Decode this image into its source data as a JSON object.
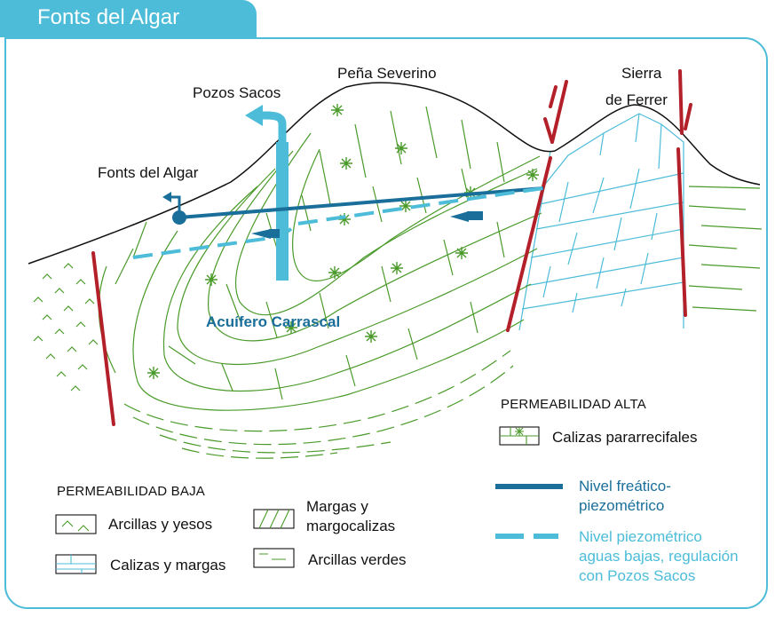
{
  "header": {
    "title": "Fonts del Algar"
  },
  "labels": {
    "pena_severino": "Peña Severino",
    "sierra_line1": "Sierra",
    "sierra_line2": "de Ferrer",
    "pozos_sacos": "Pozos Sacos",
    "fonts_del_algar": "Fonts del Algar",
    "acuifero": "Acuífero Carrascal"
  },
  "legend": {
    "alta": {
      "heading": "PERMEABILIDAD ALTA",
      "items": [
        {
          "label": "Calizas pararrecifales",
          "pattern": "limestone-star"
        }
      ]
    },
    "baja": {
      "heading": "PERMEABILIDAD BAJA",
      "items": [
        {
          "label": "Arcillas y yesos",
          "pattern": "chevrons"
        },
        {
          "label": "Calizas y margas",
          "pattern": "blue-bricks"
        },
        {
          "label_line1": "Margas y",
          "label_line2": "margocalizas",
          "pattern": "diagonal-hatch"
        },
        {
          "label": "Arcillas verdes",
          "pattern": "dashes"
        }
      ]
    },
    "lines": {
      "freatico_line1": "Nivel freático-",
      "freatico_line2": "piezométrico",
      "piezo_line1": "Nivel piezométrico",
      "piezo_line2": "aguas bajas, regulación",
      "piezo_line3": "con Pozos Sacos"
    }
  },
  "colors": {
    "accent": "#4cbcd8",
    "dark_blue": "#1a6f9a",
    "green": "#4a9a2a",
    "fault_red": "#b3202a",
    "outline": "#111111"
  }
}
